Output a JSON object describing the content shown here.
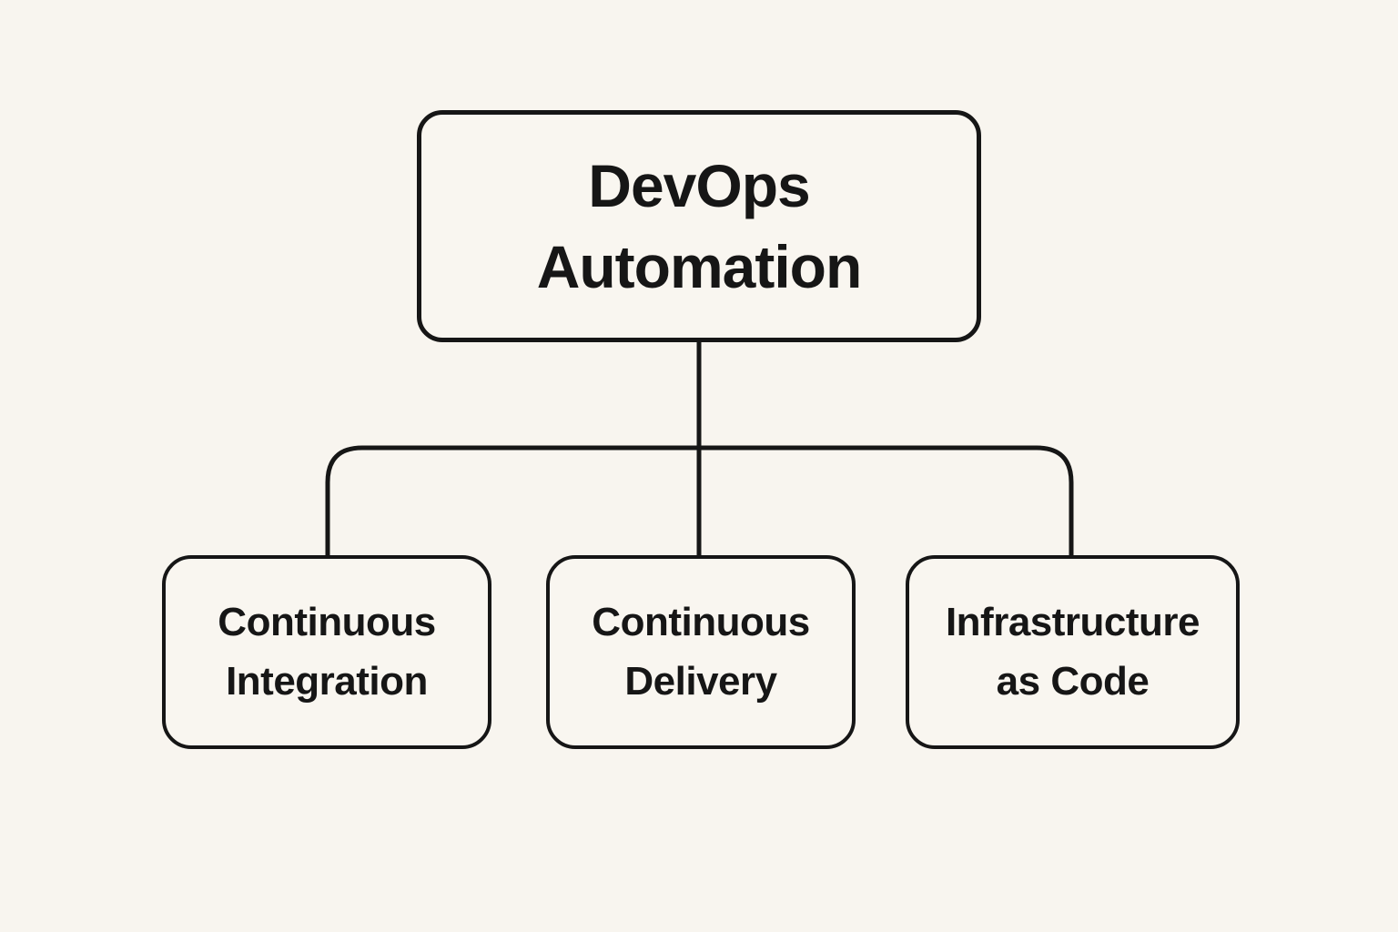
{
  "diagram": {
    "root": {
      "label": "DevOps Automation"
    },
    "children": [
      {
        "label": "Continuous Integration"
      },
      {
        "label": "Continuous Delivery"
      },
      {
        "label": "Infrastructure as Code"
      }
    ],
    "colors": {
      "background": "#f8f5ef",
      "node_fill": "#f9f6f0",
      "stroke": "#161616",
      "text": "#161616"
    }
  }
}
